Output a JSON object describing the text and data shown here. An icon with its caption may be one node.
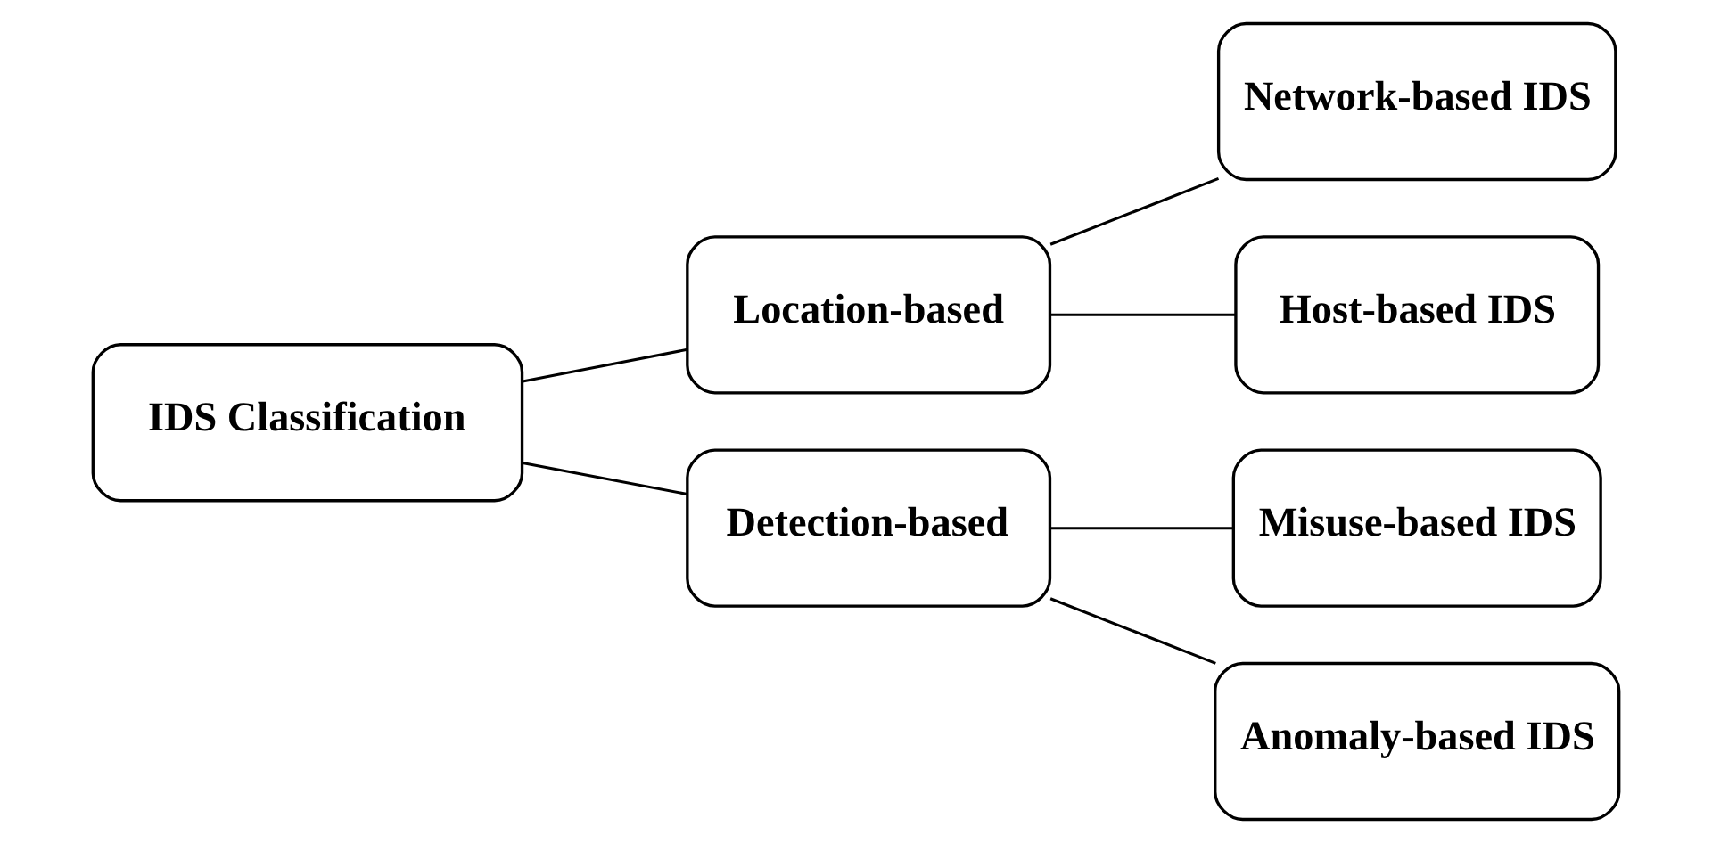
{
  "diagram": {
    "nodes": [
      {
        "text": [
          "IDS Classification"
        ]
      },
      {
        "text": [
          "Location-based"
        ]
      },
      {
        "text": [
          "Network-based IDS"
        ]
      },
      {
        "text": [
          "Host-based IDS"
        ]
      },
      {
        "text": [
          "Detection-based"
        ]
      },
      {
        "text": [
          "Misuse-based IDS"
        ]
      },
      {
        "text": [
          "Anomaly-based IDS"
        ]
      }
    ],
    "edges": [
      {
        "from": 0,
        "to": 1,
        "arrow": "none"
      },
      {
        "from": 0,
        "to": 4,
        "arrow": "none"
      },
      {
        "from": 1,
        "to": 2,
        "arrow": "none"
      },
      {
        "from": 1,
        "to": 3,
        "arrow": "none"
      },
      {
        "from": 4,
        "to": 5,
        "arrow": "none"
      },
      {
        "from": 4,
        "to": 6,
        "arrow": "none"
      }
    ]
  }
}
